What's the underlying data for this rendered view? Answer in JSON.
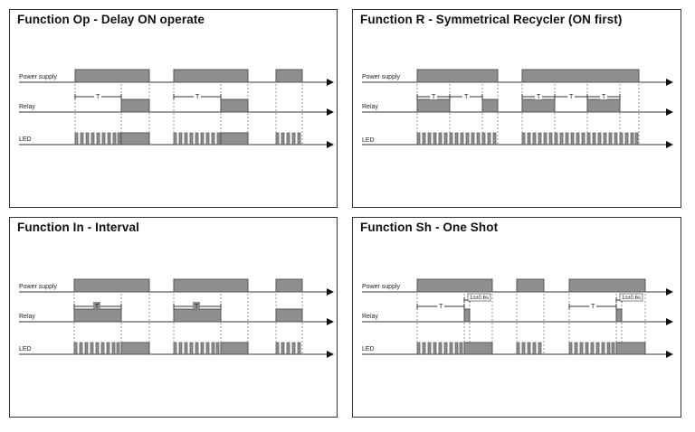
{
  "colors": {
    "block_fill": "#8f8f8f",
    "block_stroke": "#555555",
    "line": "#333333",
    "dash": "#999999"
  },
  "labels": {
    "power": "Power supply",
    "relay": "Relay",
    "led": "LED",
    "t": "T",
    "shot": "1s±0.6s"
  },
  "panels": [
    {
      "id": "op",
      "title": "Function Op - Delay ON operate"
    },
    {
      "id": "r",
      "title": "Function R - Symmetrical Recycler (ON first)"
    },
    {
      "id": "in",
      "title": "Function In - Interval"
    },
    {
      "id": "sh",
      "title": "Function Sh - One Shot"
    }
  ]
}
